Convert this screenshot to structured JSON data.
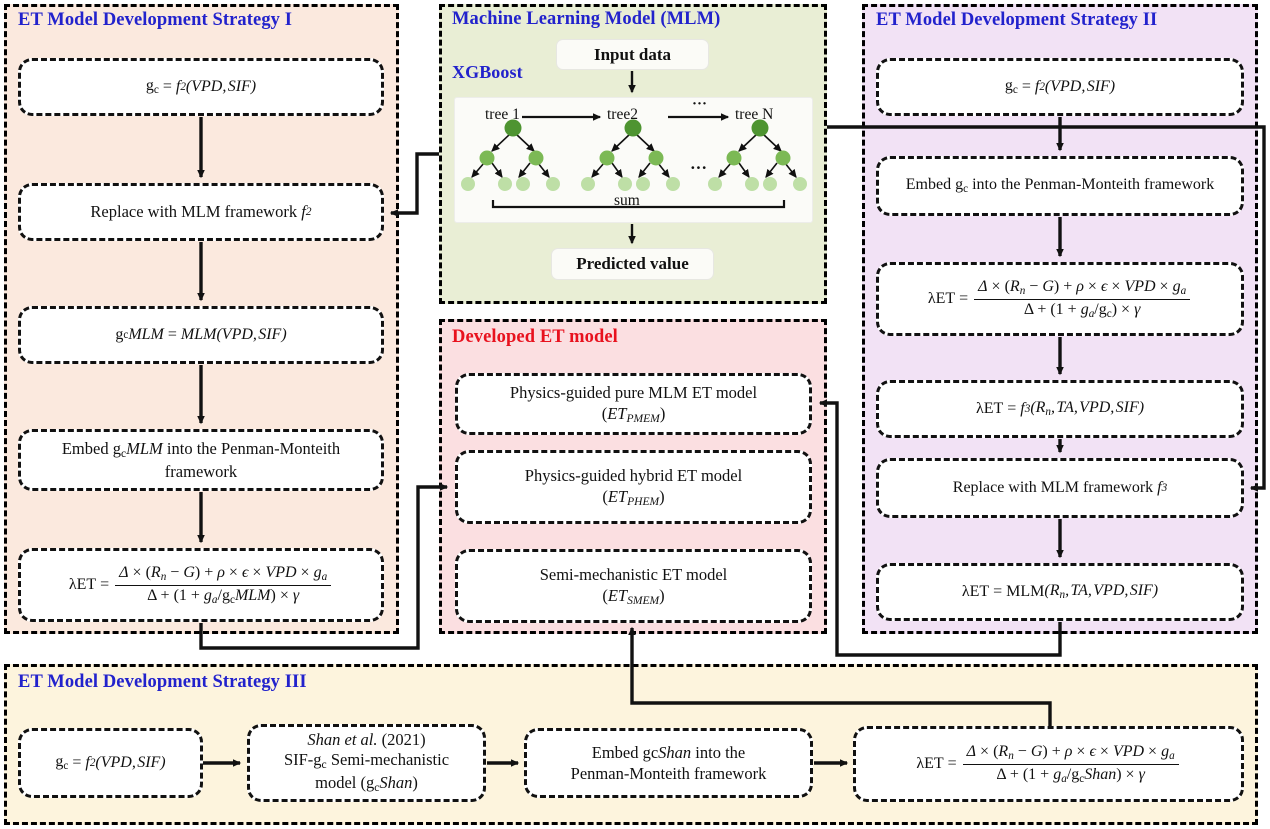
{
  "colors": {
    "title_blue": "#2222cc",
    "title_red": "#e8121e",
    "panel_peach": "#fbe9de",
    "panel_green": "#e9eed5",
    "panel_pink": "#fbdfe1",
    "panel_purple": "#f2e2f5",
    "panel_cream": "#fdf4dd",
    "node_dark_green": "#4e9431",
    "node_mid_green": "#7cb955",
    "node_light_green": "#bedfa6",
    "stroke": "#111111"
  },
  "panels": {
    "strategy1": {
      "title": "ET Model Development Strategy I",
      "nodes": [
        {
          "id": "s1-n1",
          "text": "g_c = f_2(VPD, SIF)"
        },
        {
          "id": "s1-n2",
          "text": "Replace with MLM framework f_2"
        },
        {
          "id": "s1-n3",
          "text": "g_cMLM = MLM(VPD, SIF)"
        },
        {
          "id": "s1-n4",
          "text": "Embed g_cMLM into the Penman-Monteith framework"
        },
        {
          "id": "s1-n5",
          "text": "λET = [Δ × (R_n − G) + ρ × ε × VPD × g_a] / [Δ + (1 + g_a/g_cMLM) × γ]"
        }
      ]
    },
    "mlm": {
      "title": "Machine Learning Model (MLM)",
      "subtitle": "XGBoost",
      "input_label": "Input data",
      "output_label": "Predicted value",
      "sum_label": "sum",
      "tree_labels": [
        "tree 1",
        "tree2",
        "tree N"
      ],
      "ellipsis": "···"
    },
    "developed": {
      "title": "Developed ET model",
      "nodes": [
        {
          "id": "d-n1",
          "line1": "Physics-guided pure MLM ET model",
          "line2": "(ET_PMEM)"
        },
        {
          "id": "d-n2",
          "line1": "Physics-guided hybrid ET model",
          "line2": "(ET_PHEM)"
        },
        {
          "id": "d-n3",
          "line1": "Semi-mechanistic ET model",
          "line2": "(ET_SMEM)"
        }
      ]
    },
    "strategy2": {
      "title": "ET Model Development Strategy II",
      "nodes": [
        {
          "id": "s2-n1",
          "text": "g_c = f_2(VPD, SIF)"
        },
        {
          "id": "s2-n2",
          "text": "Embed g_c into the Penman-Monteith framework"
        },
        {
          "id": "s2-n3",
          "text": "λET = [Δ × (R_n − G) + ρ × ε × VPD × g_a] / [Δ + (1 + g_a/g_c) × γ]"
        },
        {
          "id": "s2-n4",
          "text": "λET = f_3(R_n, TA, VPD, SIF)"
        },
        {
          "id": "s2-n5",
          "text": "Replace with MLM framework f_3"
        },
        {
          "id": "s2-n6",
          "text": "λET = MLM(R_n, TA, VPD, SIF)"
        }
      ]
    },
    "strategy3": {
      "title": "ET Model Development Strategy III",
      "nodes": [
        {
          "id": "s3-n1",
          "text": "g_c = f_2(VPD, SIF)"
        },
        {
          "id": "s3-n2",
          "line1": "Shan et al. (2021)",
          "line2": "SIF-g_c Semi-mechanistic",
          "line3": "model (g_cShan)"
        },
        {
          "id": "s3-n3",
          "line1": "Embed gcShan into the",
          "line2": "Penman-Monteith framework"
        },
        {
          "id": "s3-n4",
          "text": "λET = [Δ × (R_n − G) + ρ × ε × VPD × g_a] / [Δ + (1 + g_a/g_cShan) × γ]"
        }
      ]
    }
  }
}
